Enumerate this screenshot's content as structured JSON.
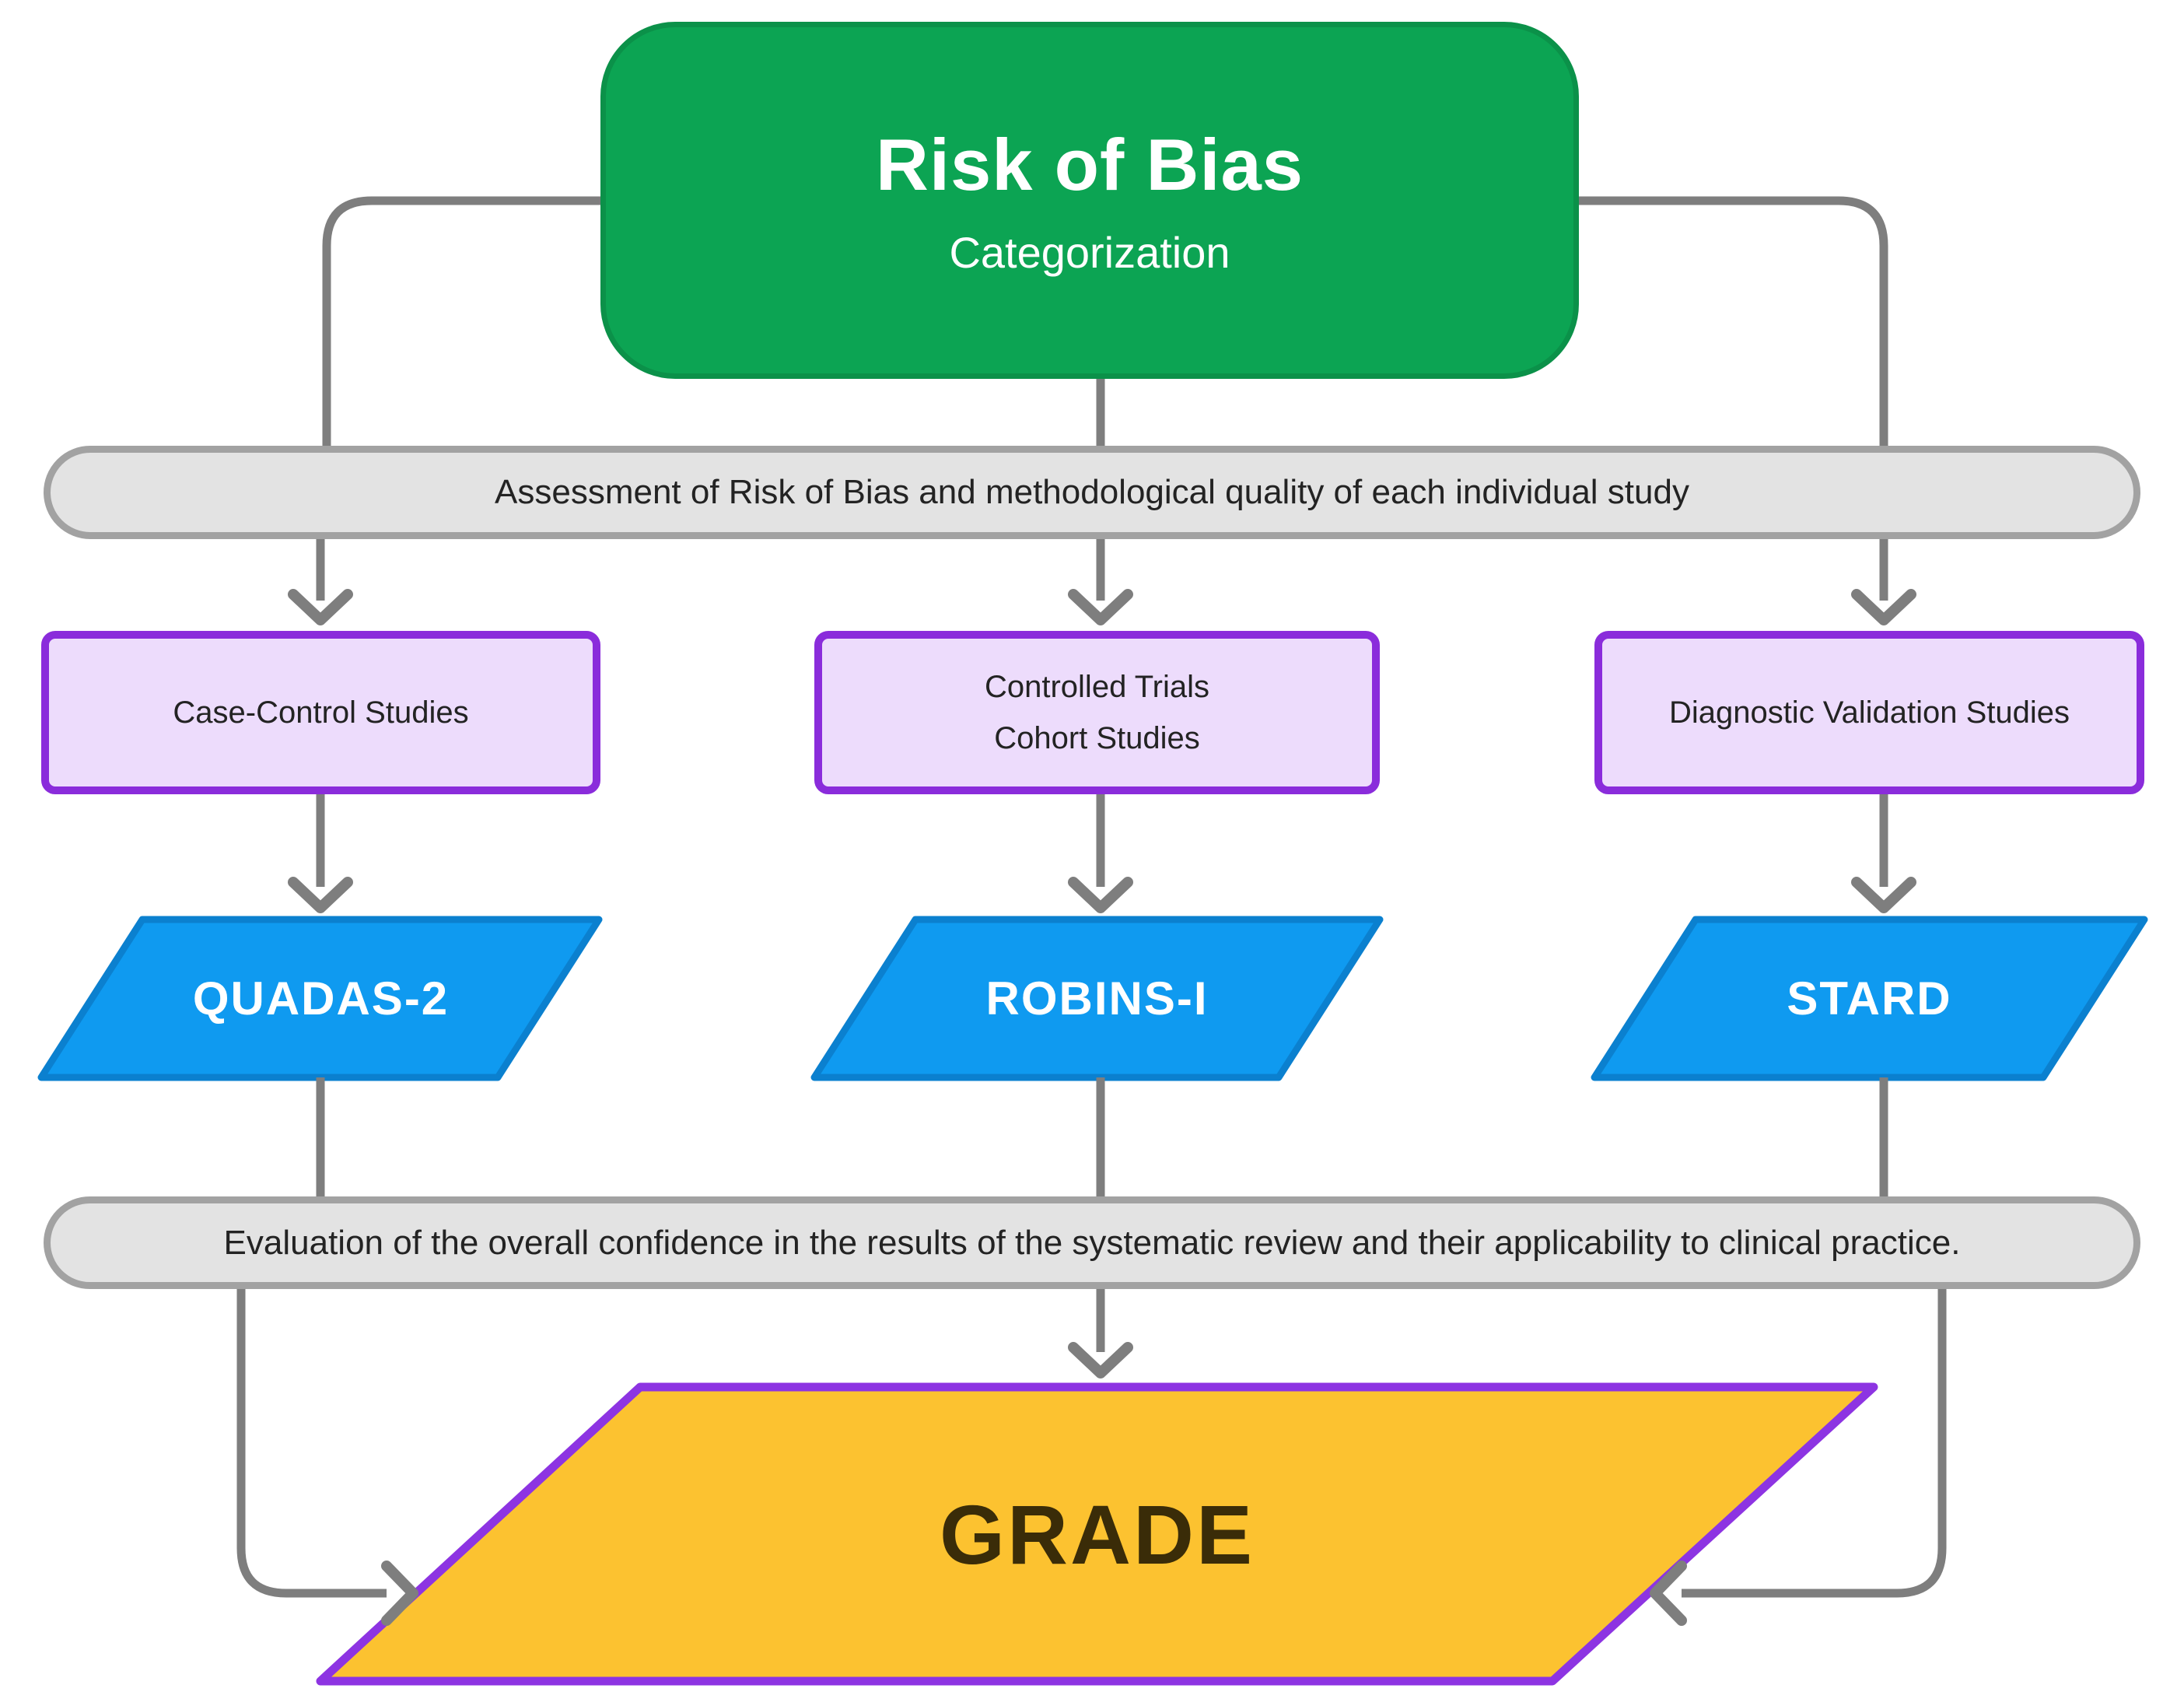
{
  "root": {
    "title": "Risk of Bias",
    "subtitle": "Categorization"
  },
  "bars": {
    "assessment": "Assessment of Risk of Bias and methodological quality of each individual study",
    "evaluation": "Evaluation of the overall confidence in the results of the systematic review and their applicability to clinical practice."
  },
  "categories": [
    {
      "name": "case-control-studies",
      "lines": [
        "Case-Control Studies"
      ],
      "tool": "QUADAS-2"
    },
    {
      "name": "controlled-trials-cohort-studies",
      "lines": [
        "Controlled Trials",
        "Cohort Studies"
      ],
      "tool": "ROBINS-I"
    },
    {
      "name": "diagnostic-validation-studies",
      "lines": [
        "Diagnostic Validation Studies"
      ],
      "tool": "STARD"
    }
  ],
  "result": {
    "label": "GRADE"
  },
  "colors": {
    "green_fill": "#0ca453",
    "green_border": "#0b9149",
    "bar_fill": "#e3e3e3",
    "bar_border": "#a2a2a2",
    "purple_fill": "#eddcfc",
    "purple_border": "#8a2cdb",
    "blue_fill": "#0f9af0",
    "blue_border": "#0b80cf",
    "yellow_fill": "#fcc230",
    "yellow_border": "#8d34e2",
    "connector": "#7e7e7e",
    "text_dark": "#232323",
    "grade_text": "#3a2c08",
    "node_text": "#ffffff"
  }
}
